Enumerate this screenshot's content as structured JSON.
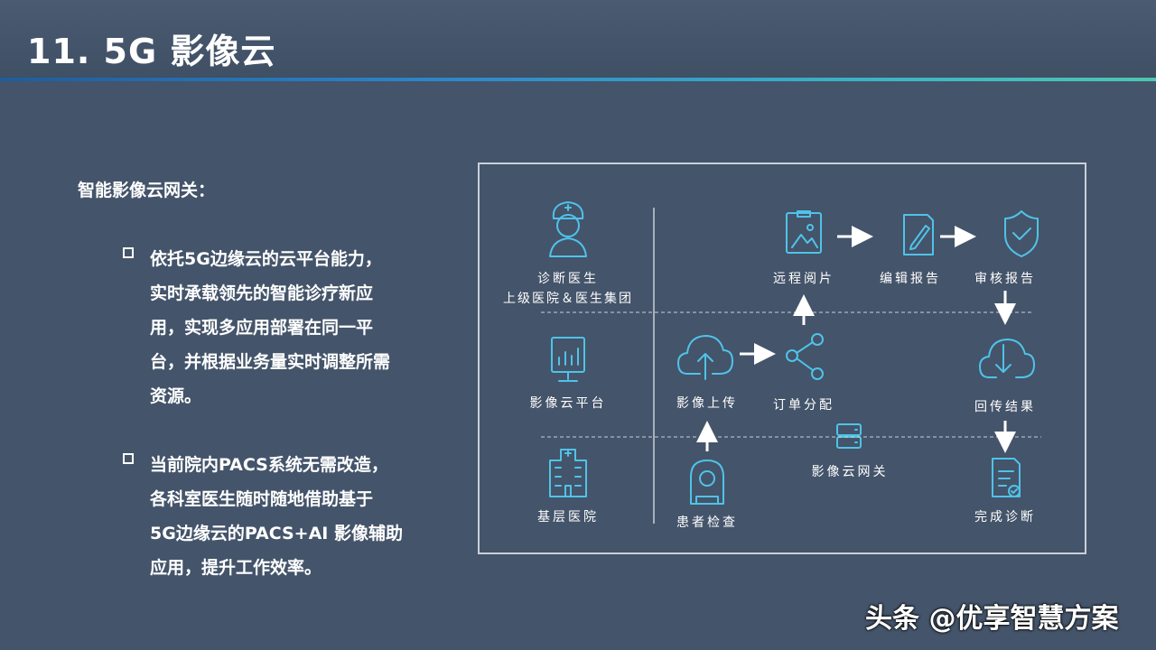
{
  "slide": {
    "title": "11. 5G 影像云",
    "section_heading": "智能影像云网关：",
    "bullets": [
      "依托5G边缘云的云平台能力，\n实时承载领先的智能诊疗新应\n用，实现多应用部署在同一平\n台，并根据业务量实时调整所需\n资源。",
      "当前院内PACS系统无需改造，\n各科室医生随时随地借助基于\n5G边缘云的PACS+AI 影像辅助\n应用，提升工作效率。"
    ]
  },
  "diagram": {
    "accent_color": "#4fc3e8",
    "left_column": {
      "doctor_label_line1": "诊断医生",
      "doctor_label_line2": "上级医院＆医生集团",
      "platform_label": "影像云平台",
      "hospital_label": "基层医院"
    },
    "flow": {
      "remote_reading": "远程阅片",
      "edit_report": "编辑报告",
      "review_report": "审核报告",
      "image_upload": "影像上传",
      "order_dispatch": "订单分配",
      "return_result": "回传结果",
      "gateway": "影像云网关",
      "patient_exam": "患者检查",
      "complete_diagnosis": "完成诊断"
    },
    "icons": [
      "nurse-icon",
      "monitor-chart-icon",
      "hospital-building-icon",
      "cloud-upload-icon",
      "share-icon",
      "cloud-download-icon",
      "image-clipboard-icon",
      "edit-document-icon",
      "shield-check-icon",
      "ct-scanner-icon",
      "server-icon",
      "document-check-icon"
    ]
  },
  "watermark": "头条 @优享智慧方案"
}
